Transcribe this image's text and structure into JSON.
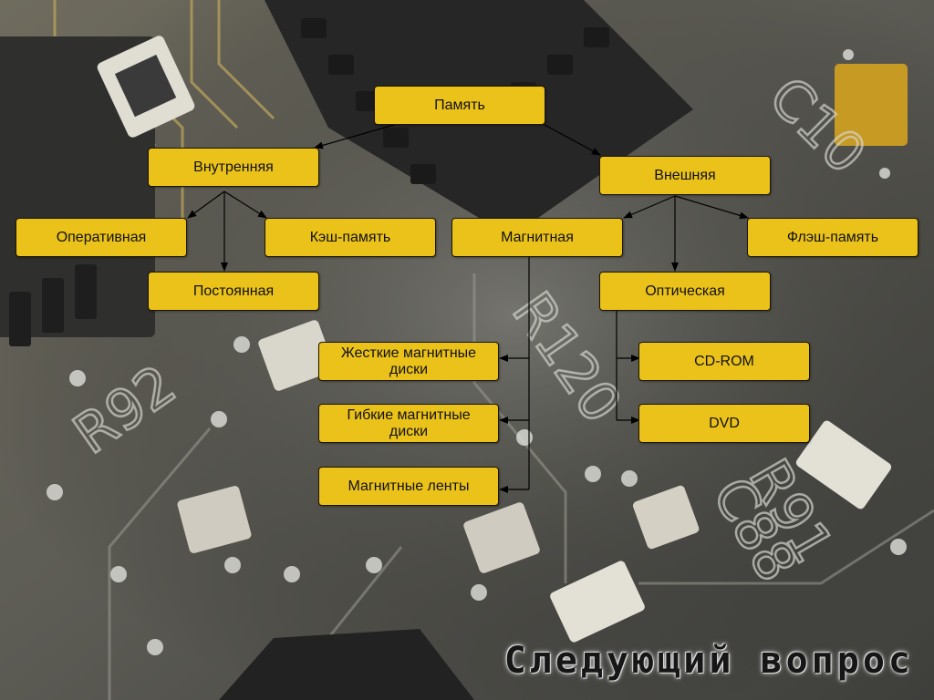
{
  "diagram": {
    "nodes": {
      "memory": "Память",
      "internal": "Внутренняя",
      "external": "Внешняя",
      "ram": "Оперативная",
      "cache": "Кэш-память",
      "rom": "Постоянная",
      "magnetic": "Магнитная",
      "flash": "Флэш-память",
      "optical": "Оптическая",
      "hdd_line1": "Жесткие магнитные",
      "hdd_line2": "диски",
      "floppy_line1": "Гибкие магнитные",
      "floppy_line2": "диски",
      "tapes": "Магнитные ленты",
      "cdrom": "CD-ROM",
      "dvd": "DVD"
    }
  },
  "navigation": {
    "next_label": "Следующий вопрос"
  },
  "colors": {
    "node_fill": "#ebc21a",
    "node_border": "#1c1600",
    "board": "#4a4a46",
    "connector": "#000000"
  }
}
